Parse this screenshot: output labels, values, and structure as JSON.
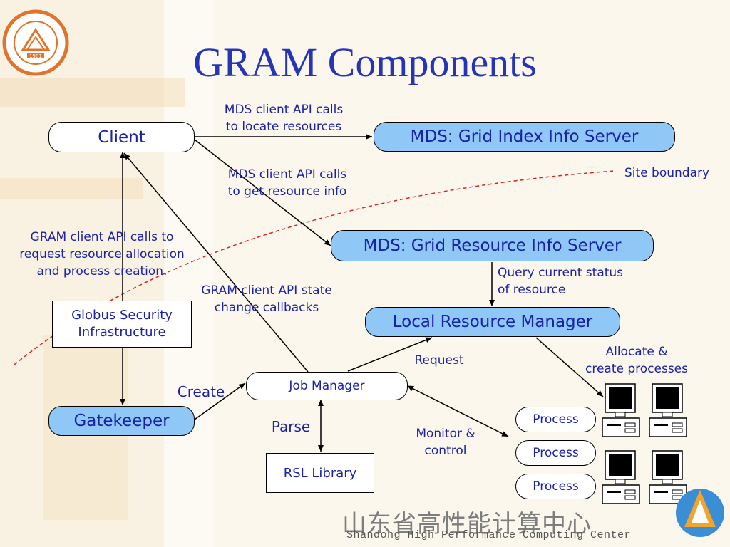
{
  "slide": {
    "title": "GRAM Components"
  },
  "nodes": {
    "client": "Client",
    "mds_index": "MDS: Grid Index Info Server",
    "mds_resource": "MDS: Grid Resource Info Server",
    "local_rm": "Local Resource Manager",
    "gsi": "Globus Security\nInfrastructure",
    "gatekeeper": "Gatekeeper",
    "job_manager": "Job Manager",
    "rsl_library": "RSL Library",
    "process_1": "Process",
    "process_2": "Process",
    "process_3": "Process"
  },
  "labels": {
    "locate": "MDS client API calls\nto locate resources",
    "resource_info": "MDS client API calls\nto get resource info",
    "site_boundary": "Site boundary",
    "gram_request": "GRAM client API calls to\nrequest resource allocation\nand process creation.",
    "state_callbacks": "GRAM client API state\nchange callbacks",
    "query_status": "Query current status\nof resource",
    "request": "Request",
    "allocate": "Allocate &\ncreate processes",
    "create": "Create",
    "parse": "Parse",
    "monitor": "Monitor &\ncontrol"
  },
  "footer": {
    "chinese": "山东省高性能计算中心",
    "english": "Shandong High Performance Computing Center"
  },
  "logos": {
    "left_seal_year": "1901"
  },
  "colors": {
    "title": "#2535b5",
    "text": "#1a22a8",
    "node_fill_blue": "#8fc8f7",
    "boundary": "#e02020"
  }
}
